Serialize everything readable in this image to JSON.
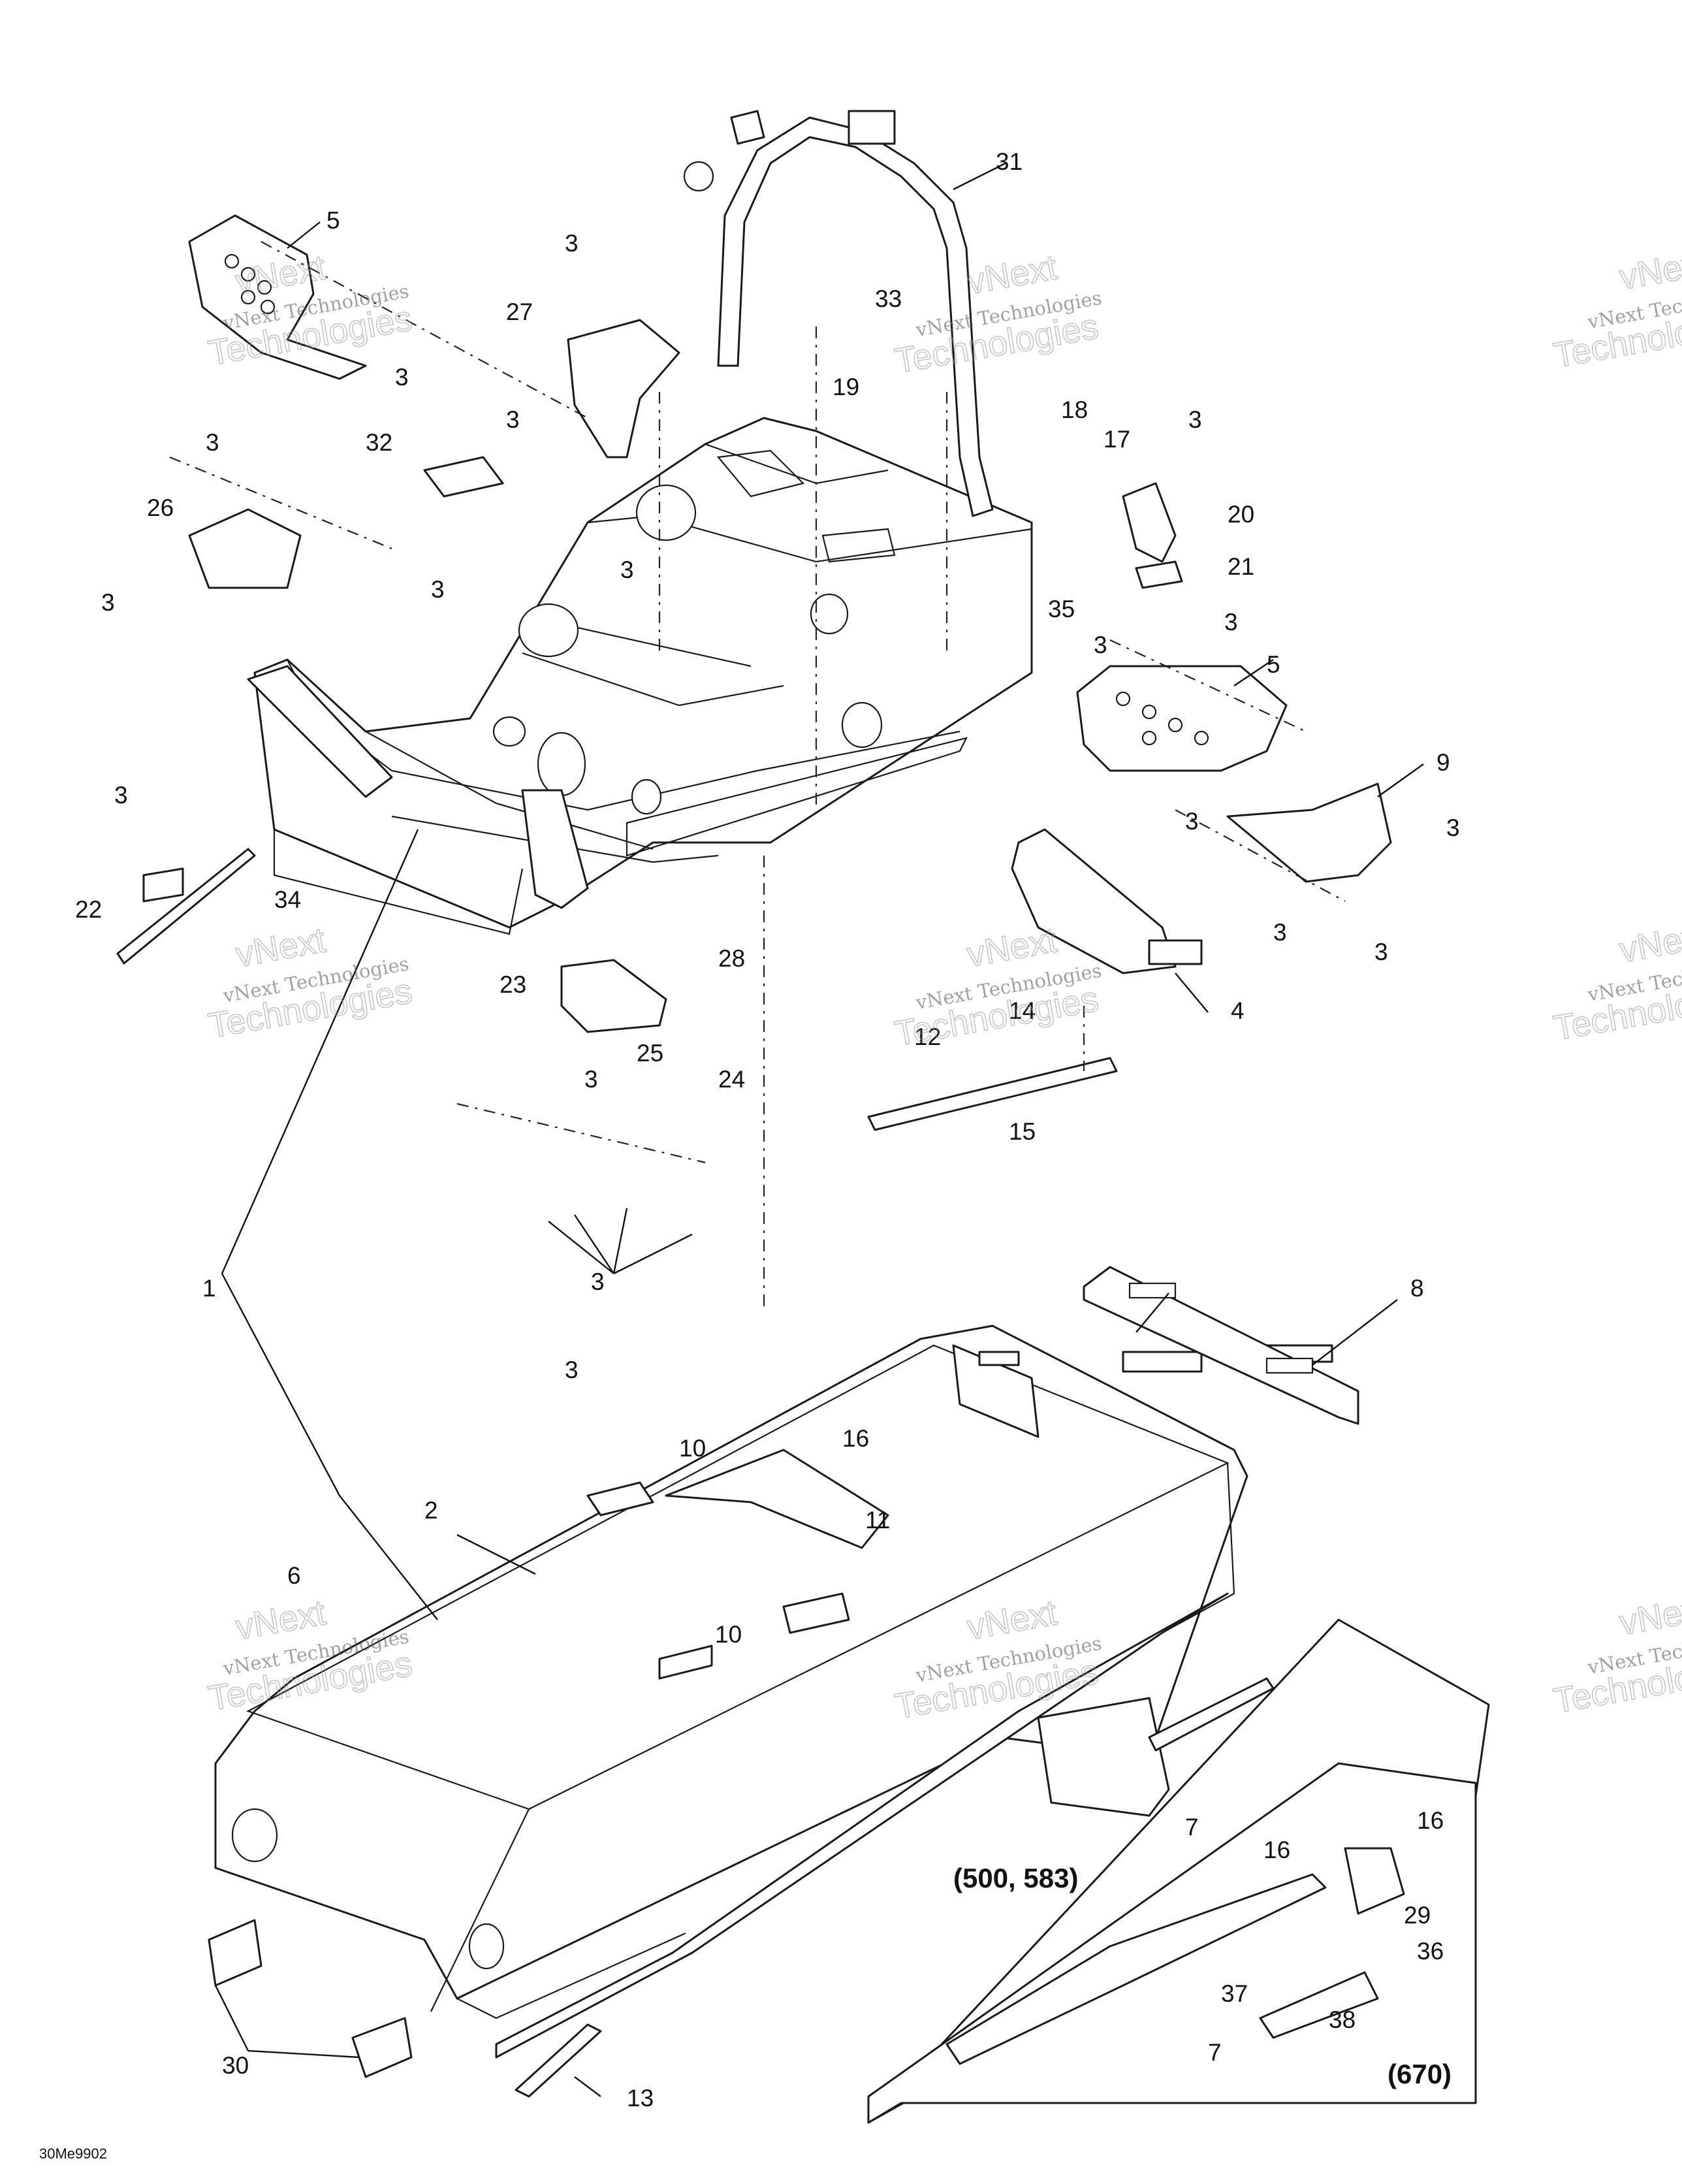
{
  "callouts": [
    {
      "id": "c1",
      "text": "1"
    },
    {
      "id": "c2",
      "text": "2"
    },
    {
      "id": "c3a",
      "text": "3"
    },
    {
      "id": "c3b",
      "text": "3"
    },
    {
      "id": "c3c",
      "text": "3"
    },
    {
      "id": "c3d",
      "text": "3"
    },
    {
      "id": "c3e",
      "text": "3"
    },
    {
      "id": "c3f",
      "text": "3"
    },
    {
      "id": "c3g",
      "text": "3"
    },
    {
      "id": "c3h",
      "text": "3"
    },
    {
      "id": "c3i",
      "text": "3"
    },
    {
      "id": "c3j",
      "text": "3"
    },
    {
      "id": "c3k",
      "text": "3"
    },
    {
      "id": "c3l",
      "text": "3"
    },
    {
      "id": "c3m",
      "text": "3"
    },
    {
      "id": "c3n",
      "text": "3"
    },
    {
      "id": "c3o",
      "text": "3"
    },
    {
      "id": "c3p",
      "text": "3"
    },
    {
      "id": "c3q",
      "text": "3"
    },
    {
      "id": "c3r",
      "text": "3"
    },
    {
      "id": "c4",
      "text": "4"
    },
    {
      "id": "c5a",
      "text": "5"
    },
    {
      "id": "c5b",
      "text": "5"
    },
    {
      "id": "c6",
      "text": "6"
    },
    {
      "id": "c7a",
      "text": "7"
    },
    {
      "id": "c7b",
      "text": "7"
    },
    {
      "id": "c8",
      "text": "8"
    },
    {
      "id": "c9",
      "text": "9"
    },
    {
      "id": "c10a",
      "text": "10"
    },
    {
      "id": "c10b",
      "text": "10"
    },
    {
      "id": "c11",
      "text": "11"
    },
    {
      "id": "c12",
      "text": "12"
    },
    {
      "id": "c13",
      "text": "13"
    },
    {
      "id": "c14",
      "text": "14"
    },
    {
      "id": "c15",
      "text": "15"
    },
    {
      "id": "c16a",
      "text": "16"
    },
    {
      "id": "c16b",
      "text": "16"
    },
    {
      "id": "c16c",
      "text": "16"
    },
    {
      "id": "c17",
      "text": "17"
    },
    {
      "id": "c18",
      "text": "18"
    },
    {
      "id": "c19",
      "text": "19"
    },
    {
      "id": "c20",
      "text": "20"
    },
    {
      "id": "c21",
      "text": "21"
    },
    {
      "id": "c22",
      "text": "22"
    },
    {
      "id": "c23",
      "text": "23"
    },
    {
      "id": "c24",
      "text": "24"
    },
    {
      "id": "c25",
      "text": "25"
    },
    {
      "id": "c26",
      "text": "26"
    },
    {
      "id": "c27",
      "text": "27"
    },
    {
      "id": "c28",
      "text": "28"
    },
    {
      "id": "c29",
      "text": "29"
    },
    {
      "id": "c30",
      "text": "30"
    },
    {
      "id": "c31",
      "text": "31"
    },
    {
      "id": "c32",
      "text": "32"
    },
    {
      "id": "c33",
      "text": "33"
    },
    {
      "id": "c34",
      "text": "34"
    },
    {
      "id": "c35",
      "text": "35"
    },
    {
      "id": "c36",
      "text": "36"
    },
    {
      "id": "c37",
      "text": "37"
    },
    {
      "id": "c38",
      "text": "38"
    }
  ],
  "groups": {
    "variant_a": "(500, 583)",
    "variant_b": "(670)"
  },
  "figure_ref": "30Me9902",
  "watermark": {
    "line1": "vNext Technologies",
    "line2": "vNext",
    "line3": "Technologies"
  }
}
